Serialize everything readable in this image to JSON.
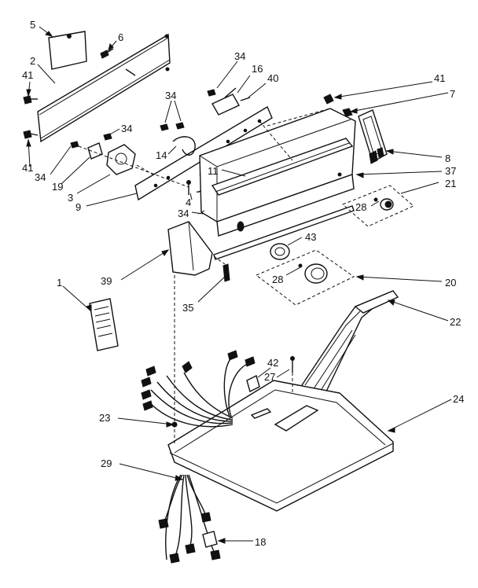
{
  "callouts": [
    {
      "id": "c5",
      "label": "5"
    },
    {
      "id": "c6",
      "label": "6"
    },
    {
      "id": "c2",
      "label": "2"
    },
    {
      "id": "c41a",
      "label": "41"
    },
    {
      "id": "c41b",
      "label": "41"
    },
    {
      "id": "c41c",
      "label": "41"
    },
    {
      "id": "c34a",
      "label": "34"
    },
    {
      "id": "c16",
      "label": "16"
    },
    {
      "id": "c40",
      "label": "40"
    },
    {
      "id": "c7",
      "label": "7"
    },
    {
      "id": "c34b",
      "label": "34"
    },
    {
      "id": "c34c",
      "label": "34"
    },
    {
      "id": "c14",
      "label": "14"
    },
    {
      "id": "c34d",
      "label": "34"
    },
    {
      "id": "c19",
      "label": "19"
    },
    {
      "id": "c3",
      "label": "3"
    },
    {
      "id": "c9",
      "label": "9"
    },
    {
      "id": "c11",
      "label": "11"
    },
    {
      "id": "c8",
      "label": "8"
    },
    {
      "id": "c37",
      "label": "37"
    },
    {
      "id": "c21",
      "label": "21"
    },
    {
      "id": "c4",
      "label": "4"
    },
    {
      "id": "c34e",
      "label": "34"
    },
    {
      "id": "c28a",
      "label": "28"
    },
    {
      "id": "c43",
      "label": "43"
    },
    {
      "id": "c39",
      "label": "39"
    },
    {
      "id": "c28b",
      "label": "28"
    },
    {
      "id": "c20",
      "label": "20"
    },
    {
      "id": "c35",
      "label": "35"
    },
    {
      "id": "c1",
      "label": "1"
    },
    {
      "id": "c22",
      "label": "22"
    },
    {
      "id": "c42",
      "label": "42"
    },
    {
      "id": "c27",
      "label": "27"
    },
    {
      "id": "c24",
      "label": "24"
    },
    {
      "id": "c23",
      "label": "23"
    },
    {
      "id": "c29",
      "label": "29"
    },
    {
      "id": "c18",
      "label": "18"
    }
  ]
}
